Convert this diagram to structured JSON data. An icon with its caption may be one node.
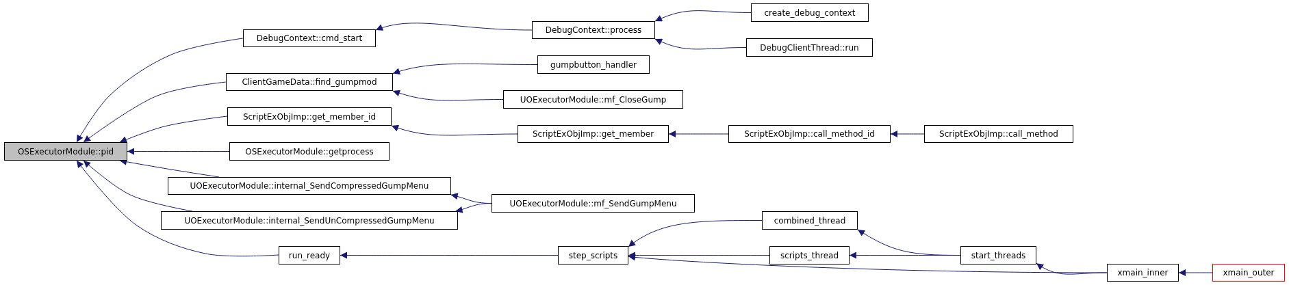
{
  "diagram": {
    "nodes": [
      {
        "text": [
          "OSExecutorModule::pid"
        ]
      },
      {
        "text": [
          "DebugContext::cmd_start"
        ]
      },
      {
        "text": [
          "ClientGameData::find_gumpmod"
        ]
      },
      {
        "text": [
          "ScriptExObjImp::get_member_id"
        ]
      },
      {
        "text": [
          "OSExecutorModule::getprocess"
        ]
      },
      {
        "text": [
          "UOExecutorModule::internal_SendCompressedGumpMenu"
        ]
      },
      {
        "text": [
          "UOExecutorModule::internal_SendUnCompressedGumpMenu"
        ]
      },
      {
        "text": [
          "run_ready"
        ]
      },
      {
        "text": [
          "DebugContext::process"
        ]
      },
      {
        "text": [
          "create_debug_context"
        ]
      },
      {
        "text": [
          "DebugClientThread::run"
        ]
      },
      {
        "text": [
          "gumpbutton_handler"
        ]
      },
      {
        "text": [
          "UOExecutorModule::mf_CloseGump"
        ]
      },
      {
        "text": [
          "ScriptExObjImp::get_member"
        ]
      },
      {
        "text": [
          "ScriptExObjImp::call_method_id"
        ]
      },
      {
        "text": [
          "ScriptExObjImp::call_method"
        ]
      },
      {
        "text": [
          "UOExecutorModule::mf_SendGumpMenu"
        ]
      },
      {
        "text": [
          "step_scripts"
        ]
      },
      {
        "text": [
          "combined_thread"
        ]
      },
      {
        "text": [
          "scripts_thread"
        ]
      },
      {
        "text": [
          "start_threads"
        ]
      },
      {
        "text": [
          "xmain_inner"
        ]
      },
      {
        "text": [
          "xmain_outer"
        ]
      }
    ],
    "edges": [
      {
        "from": 1,
        "to": 0,
        "arrow": "to"
      },
      {
        "from": 2,
        "to": 0,
        "arrow": "to"
      },
      {
        "from": 3,
        "to": 0,
        "arrow": "to"
      },
      {
        "from": 4,
        "to": 0,
        "arrow": "to"
      },
      {
        "from": 5,
        "to": 0,
        "arrow": "to"
      },
      {
        "from": 6,
        "to": 0,
        "arrow": "to"
      },
      {
        "from": 7,
        "to": 0,
        "arrow": "to"
      },
      {
        "from": 8,
        "to": 1,
        "arrow": "to"
      },
      {
        "from": 9,
        "to": 8,
        "arrow": "to"
      },
      {
        "from": 10,
        "to": 8,
        "arrow": "to"
      },
      {
        "from": 11,
        "to": 2,
        "arrow": "to"
      },
      {
        "from": 12,
        "to": 2,
        "arrow": "to"
      },
      {
        "from": 13,
        "to": 3,
        "arrow": "to"
      },
      {
        "from": 14,
        "to": 13,
        "arrow": "to"
      },
      {
        "from": 15,
        "to": 14,
        "arrow": "to"
      },
      {
        "from": 16,
        "to": 5,
        "arrow": "to"
      },
      {
        "from": 16,
        "to": 6,
        "arrow": "to"
      },
      {
        "from": 17,
        "to": 7,
        "arrow": "to"
      },
      {
        "from": 18,
        "to": 17,
        "arrow": "to"
      },
      {
        "from": 19,
        "to": 17,
        "arrow": "to"
      },
      {
        "from": 21,
        "to": 17,
        "arrow": "to"
      },
      {
        "from": 20,
        "to": 18,
        "arrow": "to"
      },
      {
        "from": 20,
        "to": 19,
        "arrow": "to"
      },
      {
        "from": 21,
        "to": 20,
        "arrow": "to"
      },
      {
        "from": 22,
        "to": 21,
        "arrow": "to"
      }
    ]
  }
}
